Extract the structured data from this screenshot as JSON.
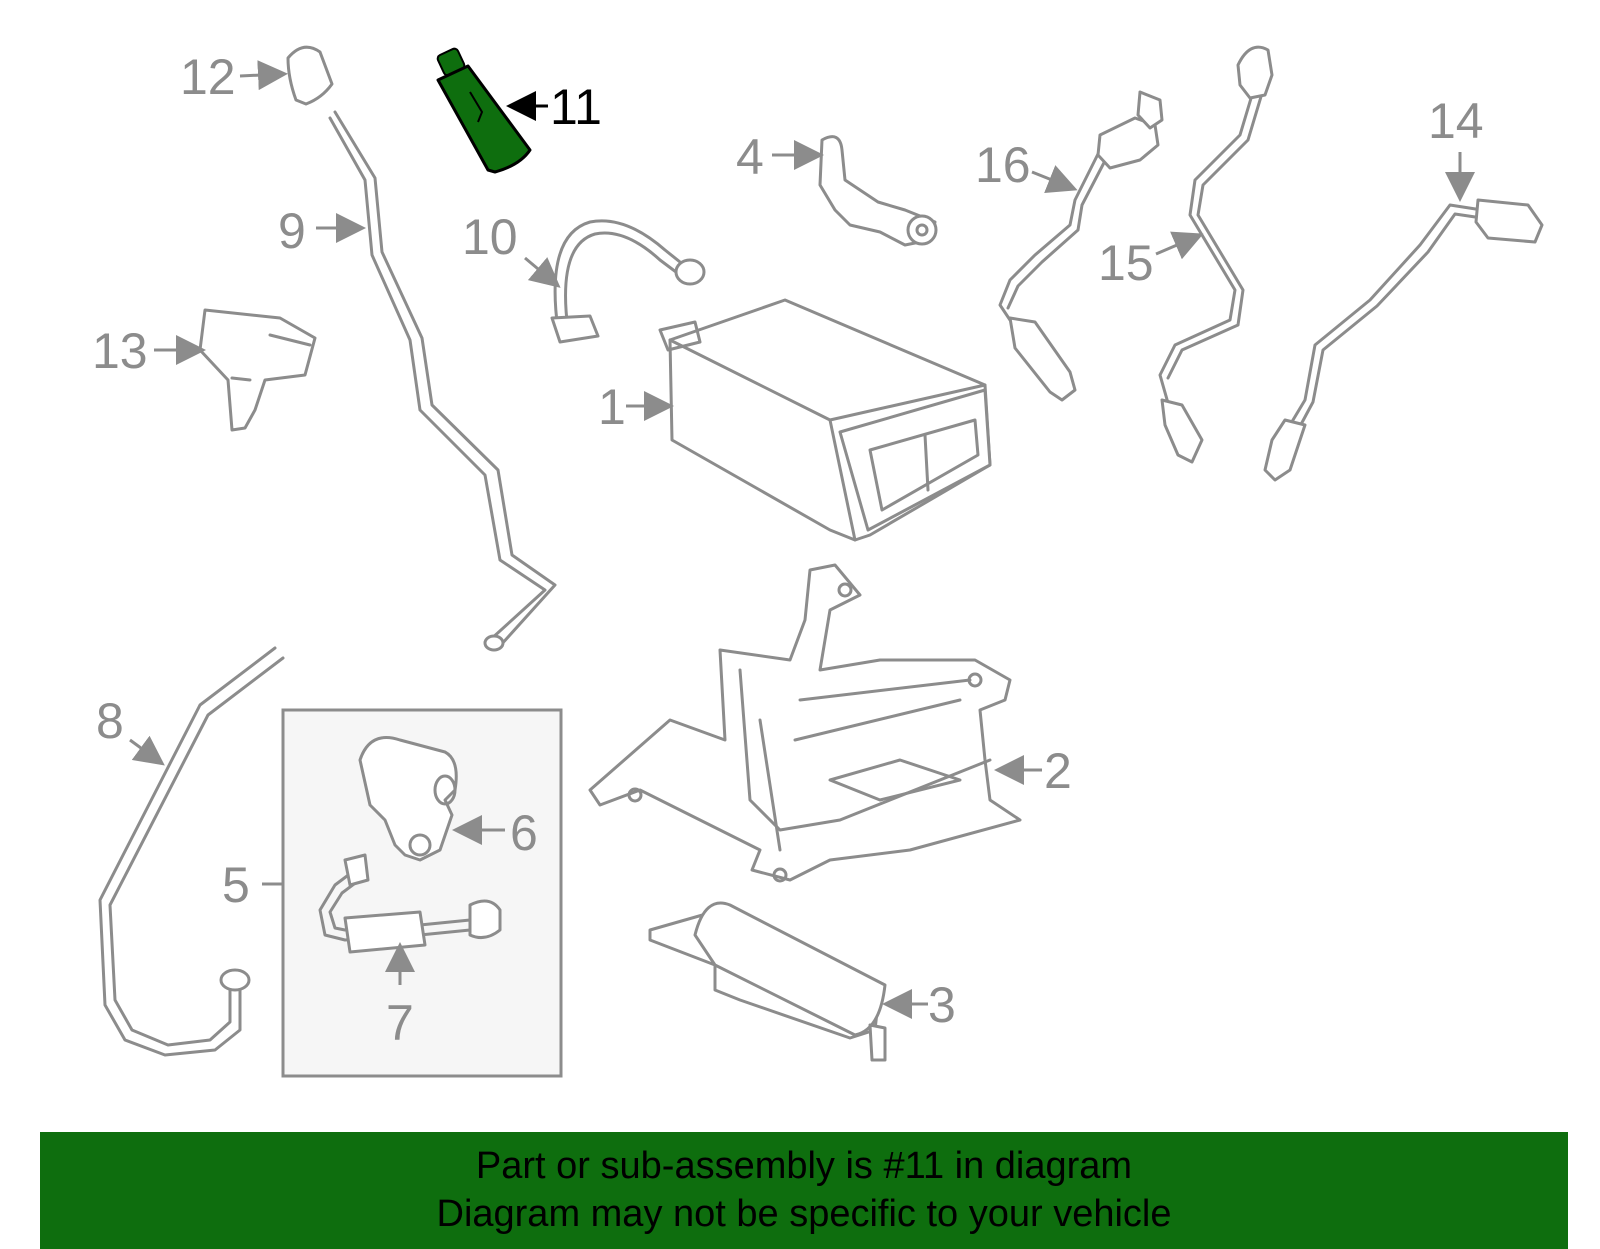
{
  "highlighted_part": "11",
  "colors": {
    "highlight": "#0e6e0e",
    "part_stroke": "#8c8c8c",
    "banner_bg": "#0e6e0e",
    "inset_bg": "#f6f6f6"
  },
  "callouts": {
    "c1": "1",
    "c2": "2",
    "c3": "3",
    "c4": "4",
    "c5": "5",
    "c6": "6",
    "c7": "7",
    "c8": "8",
    "c9": "9",
    "c10": "10",
    "c11": "11",
    "c12": "12",
    "c13": "13",
    "c14": "14",
    "c15": "15",
    "c16": "16"
  },
  "banner": {
    "line1": "Part or sub-assembly is #11 in diagram",
    "line2": "Diagram may not be specific to your vehicle"
  }
}
